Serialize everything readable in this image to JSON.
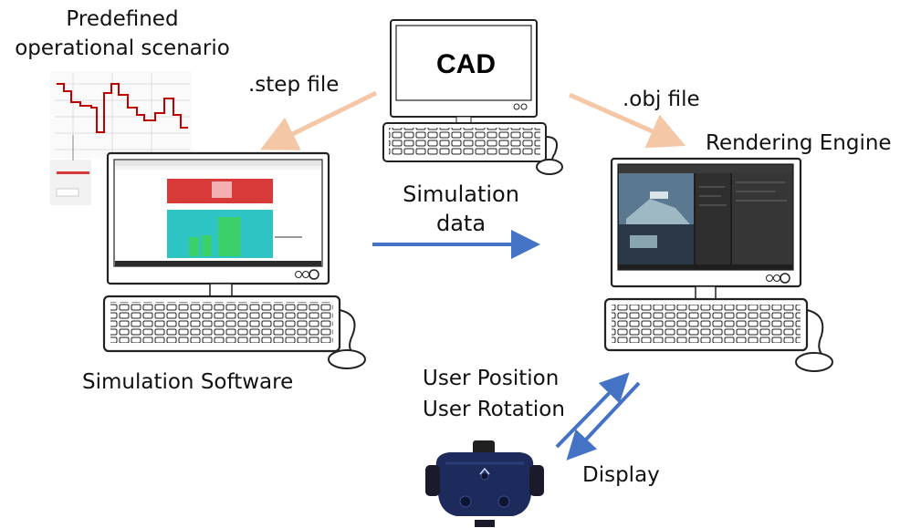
{
  "labels": {
    "scenario_line1": "Predefined",
    "scenario_line2": "operational scenario",
    "step_file": ".step file",
    "cad": "CAD",
    "obj_file": ".obj file",
    "rendering_engine": "Rendering Engine",
    "sim_data_line1": "Simulation",
    "sim_data_line2": "data",
    "sim_software": "Simulation Software",
    "user_position": "User Position",
    "user_rotation": "User Rotation",
    "display": "Display"
  },
  "colors": {
    "file_arrow": "#f4c7a6",
    "data_arrow": "#4472c4",
    "scenario_line": "#c00000",
    "sim_red_panel": "#d83a3a",
    "sim_teal_panel": "#2ec4c4",
    "sim_bar": "#3cd06a",
    "headset": "#1c2a5c"
  },
  "icons": {
    "computer": "desktop-computer-icon",
    "headset": "vr-headset-icon"
  }
}
